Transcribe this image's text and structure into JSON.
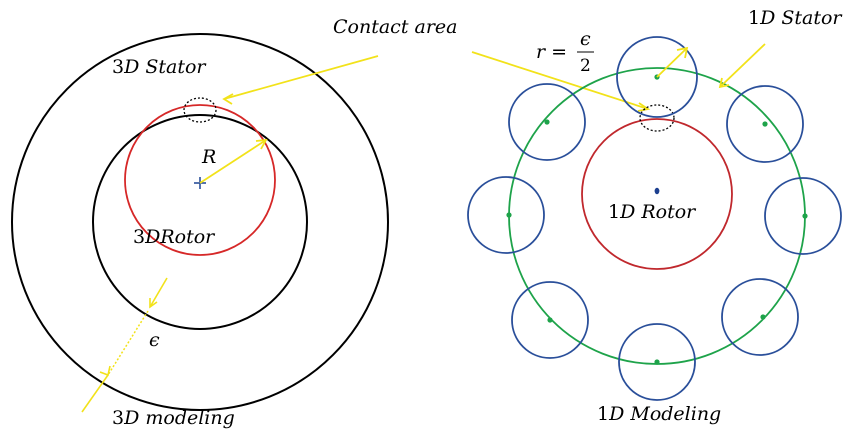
{
  "colors": {
    "stator_3d": "#000000",
    "rotor_3d": "#d62828",
    "rotor_1d": "#c0282d",
    "stator_circle_1d": "#2a4f9a",
    "stator_ring_1d": "#1ea34a",
    "arrows": "#f2e21a",
    "rotor_center": "#1c3f8f"
  },
  "labels": {
    "contact_area": "Contact area",
    "stator_3d_num": "3",
    "stator_3d_text": "D Stator",
    "stator_1d_num": "1",
    "stator_1d_text": "D Stator",
    "rotor_3d_num": "3",
    "rotor_3d_text": "DRotor",
    "rotor_1d_num": "1",
    "rotor_1d_text": "D Rotor",
    "radius": "R",
    "epsilon": "ϵ",
    "modeling_3d_num": "3",
    "modeling_3d_text": "D modeling",
    "modeling_1d_num": "1",
    "modeling_1d_text": "D Modeling",
    "formula_lhs": "r =",
    "formula_num": "ϵ",
    "formula_den": "2"
  },
  "icons": {
    "rotor_center_3d": "plus-icon",
    "rotor_center_1d": "dot-icon"
  }
}
